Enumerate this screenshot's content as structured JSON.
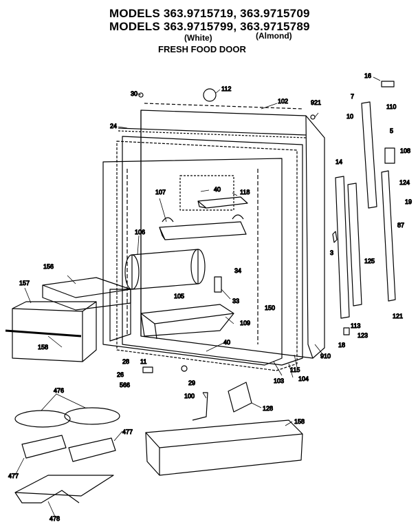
{
  "header": {
    "line1": "MODELS 363.9715719, 363.9715709",
    "line2": "MODELS 363.9715799, 363.9715789",
    "white": "(White)",
    "almond": "(Almond)",
    "section": "FRESH FOOD DOOR"
  },
  "parts": [
    {
      "id": "p30",
      "label": "30"
    },
    {
      "id": "p112",
      "label": "112"
    },
    {
      "id": "p102",
      "label": "102"
    },
    {
      "id": "p921",
      "label": "921"
    },
    {
      "id": "p24",
      "label": "24"
    },
    {
      "id": "p16",
      "label": "16"
    },
    {
      "id": "p110",
      "label": "110"
    },
    {
      "id": "p7",
      "label": "7"
    },
    {
      "id": "p10",
      "label": "10"
    },
    {
      "id": "p5",
      "label": "5"
    },
    {
      "id": "p108",
      "label": "108"
    },
    {
      "id": "p14",
      "label": "14"
    },
    {
      "id": "p124",
      "label": "124"
    },
    {
      "id": "p19",
      "label": "19"
    },
    {
      "id": "p87",
      "label": "87"
    },
    {
      "id": "p40a",
      "label": "40"
    },
    {
      "id": "p118",
      "label": "118"
    },
    {
      "id": "p107",
      "label": "107"
    },
    {
      "id": "p106",
      "label": "106"
    },
    {
      "id": "p3",
      "label": "3"
    },
    {
      "id": "p125",
      "label": "125"
    },
    {
      "id": "p156",
      "label": "156"
    },
    {
      "id": "p34",
      "label": "34"
    },
    {
      "id": "p157",
      "label": "157"
    },
    {
      "id": "p105",
      "label": "105"
    },
    {
      "id": "p33",
      "label": "33"
    },
    {
      "id": "p150",
      "label": "150"
    },
    {
      "id": "p121",
      "label": "121"
    },
    {
      "id": "p109",
      "label": "109"
    },
    {
      "id": "p113",
      "label": "113"
    },
    {
      "id": "p158a",
      "label": "158"
    },
    {
      "id": "p40b",
      "label": "40"
    },
    {
      "id": "p123",
      "label": "123"
    },
    {
      "id": "p18",
      "label": "18"
    },
    {
      "id": "p910",
      "label": "910"
    },
    {
      "id": "p28",
      "label": "28"
    },
    {
      "id": "p11",
      "label": "11"
    },
    {
      "id": "p26",
      "label": "26"
    },
    {
      "id": "p566",
      "label": "566"
    },
    {
      "id": "p29",
      "label": "29"
    },
    {
      "id": "p103",
      "label": "103"
    },
    {
      "id": "p104",
      "label": "104"
    },
    {
      "id": "p115",
      "label": "115"
    },
    {
      "id": "p476",
      "label": "476"
    },
    {
      "id": "p100",
      "label": "100"
    },
    {
      "id": "p128",
      "label": "128"
    },
    {
      "id": "p158b",
      "label": "158"
    },
    {
      "id": "p477a",
      "label": "477"
    },
    {
      "id": "p477b",
      "label": "477"
    },
    {
      "id": "p478",
      "label": "478"
    }
  ]
}
